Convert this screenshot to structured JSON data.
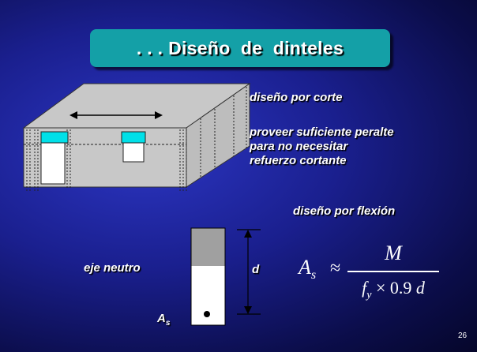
{
  "slide": {
    "title": ". . . Diseño  de  dinteles",
    "corte_heading": "diseño  por  corte",
    "corte_body": [
      "proveer  suficiente  peralte",
      "para  no  necesitar",
      "refuerzo  cortante"
    ],
    "flexion_heading": "diseño  por  flexión",
    "neutral_axis_label": "eje  neutro",
    "depth_label": "d",
    "steel_label": "A",
    "steel_label_sub": "s",
    "equation": {
      "lhs_symbol": "A",
      "lhs_sub": "s",
      "relation": "≈",
      "numerator": "M",
      "den_symbol": "f",
      "den_sub": "y",
      "den_rest": "× 0.9",
      "den_depth": "d"
    },
    "page_number": "26"
  },
  "colors": {
    "title_box": "#14a0a7",
    "lintel_highlight": "#00e0e8",
    "compression_zone": "#a0a0a0",
    "wall": "#c8c8c8"
  }
}
